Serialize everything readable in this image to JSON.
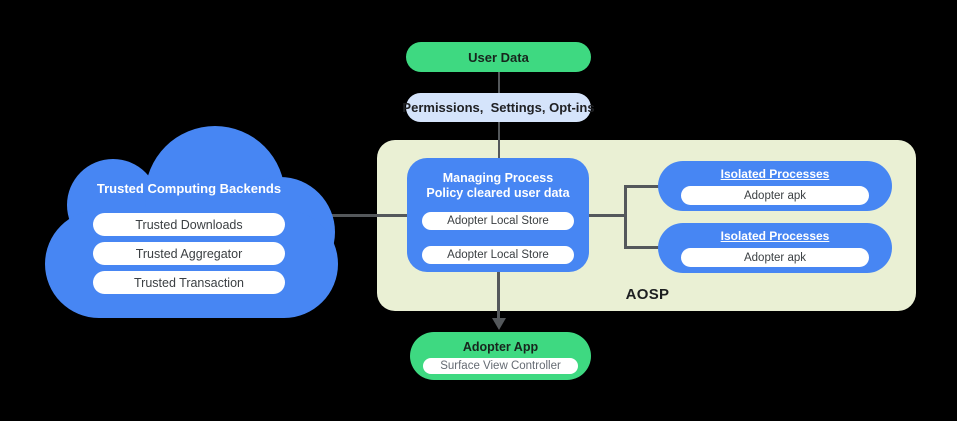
{
  "flow": {
    "user_data_label": "User Data",
    "permissions_label": "Permissions,  Settings, Opt-ins"
  },
  "cloud": {
    "title": "Trusted Computing Backends",
    "items": [
      "Trusted Downloads",
      "Trusted Aggregator",
      "Trusted Transaction"
    ]
  },
  "aosp": {
    "label": "AOSP",
    "managing_process": {
      "title_line1": "Managing Process",
      "title_line2": "Policy cleared user data",
      "stores": [
        "Adopter Local Store",
        "Adopter Local Store"
      ]
    },
    "isolated_processes": [
      {
        "title": "Isolated Processes",
        "item": "Adopter apk"
      },
      {
        "title": "Isolated Processes",
        "item": "Adopter apk"
      }
    ]
  },
  "adopter_app": {
    "title": "Adopter App",
    "item": "Surface View Controller"
  },
  "colors": {
    "green": "#3ed981",
    "blue": "#4786f3",
    "light_blue": "#d5e4fb",
    "aosp_background": "#eaf0d4",
    "connector_gray": "#54585b",
    "background": "#000000"
  }
}
